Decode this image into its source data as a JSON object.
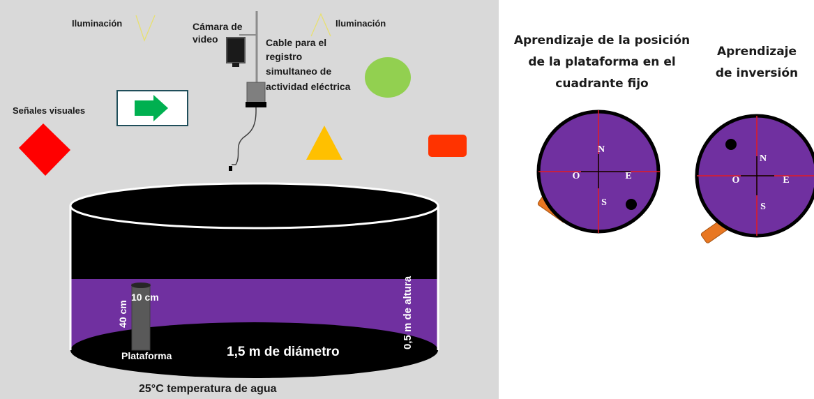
{
  "apparatus": {
    "lighting_left": "Iluminación",
    "lighting_right": "Iluminación",
    "camera_label": [
      "Cámara de",
      "video"
    ],
    "cable_label": [
      "Cable para el",
      "registro",
      "simultaneo de",
      "actividad eléctrica"
    ],
    "visual_cues": "Señales visuales",
    "platform_width": "10 cm",
    "platform_height": "40 cm",
    "platform": "Plataforma",
    "diameter": "1,5 m de diámetro",
    "height": "0,5 m de altura",
    "temperature": "25°C temperatura de agua"
  },
  "panel_fixed": {
    "title": [
      "Aprendizaje de la posición",
      "de la plataforma  en el",
      "cuadrante  fijo"
    ],
    "north": "N",
    "south": "S",
    "east": "E",
    "west": "O"
  },
  "panel_reversal": {
    "title": [
      "Aprendizaje",
      "de inversión"
    ],
    "north": "N",
    "south": "S",
    "east": "E",
    "west": "O"
  },
  "colors": {
    "background": "#d9d9d9",
    "water": "#7030a0",
    "tank": "#000000",
    "arrow": "#00b050",
    "diamond": "#ff0000",
    "triangle": "#ffc000",
    "circle": "#92d050",
    "rectangle": "#ff3300",
    "axis_red": "#e31b23",
    "start_marker": "#e87722"
  }
}
